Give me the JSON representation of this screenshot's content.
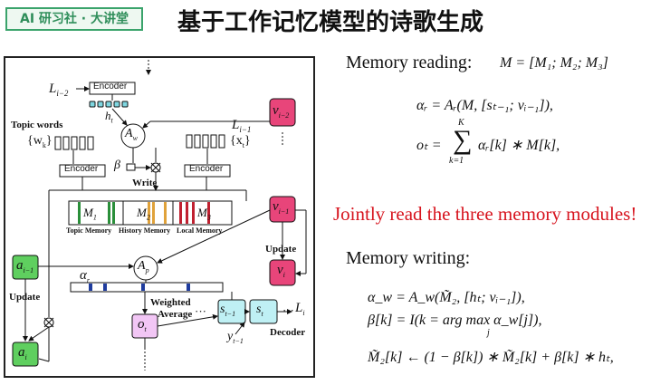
{
  "header": {
    "badge": "AI 研习社 · 大讲堂",
    "title": "基于工作记忆模型的诗歌生成"
  },
  "figure": {
    "labels": {
      "l_prev2": "L",
      "l_prev2_sub": "i−2",
      "encoder_top": "Encoder",
      "h_t": "h",
      "h_t_sub": "t",
      "topic_words": "Topic words",
      "w_k": "{w",
      "w_k_sub": "k",
      "w_k_close": "}",
      "encoder_left": "Encoder",
      "encoder_right": "Encoder",
      "l_prev1": "L",
      "l_prev1_sub": "i−1",
      "x_t": "{x",
      "x_t_sub": "t",
      "x_t_close": "}",
      "a_w": "A",
      "a_w_sub": "w",
      "beta": "β",
      "write": "Write",
      "v_prev2": "v",
      "v_prev2_sub": "i−2",
      "v_prev1": "v",
      "v_prev1_sub": "i−1",
      "v_i": "v",
      "v_i_sub": "i",
      "m1": "M",
      "m1_sub": "1",
      "m2": "M",
      "m2_sub": "2",
      "m3": "M",
      "m3_sub": "3",
      "topic_memory": "Topic Memory",
      "history_memory": "History Memory",
      "local_memory": "Local Memory",
      "update_right": "Update",
      "update_left": "Update",
      "a_prev": "a",
      "a_prev_sub": "i−1",
      "a_i": "a",
      "a_i_sub": "i",
      "a_r": "α",
      "a_r_sub": "r",
      "a_p": "A",
      "a_p_sub": "p",
      "weighted": "Weighted",
      "average": "Average",
      "o_t": "o",
      "o_t_sub": "t",
      "s_prev": "s",
      "s_prev_sub": "t−1",
      "s_t": "s",
      "s_t_sub": "t",
      "dots": "···",
      "l_i": "L",
      "l_i_sub": "i",
      "y_prev": "y",
      "y_prev_sub": "t−1",
      "decoder": "Decoder"
    }
  },
  "equations": {
    "memory_reading": "Memory reading:",
    "m_def": "M = [M₁; M₂; M₃]",
    "alpha_r": "αᵣ = Aᵣ(M, [sₜ₋₁; vᵢ₋₁]),",
    "o_t_lhs": "oₜ =",
    "o_t_sum_top": "K",
    "o_t_sum_bottom": "k=1",
    "o_t_rhs": "αᵣ[k] ∗ M[k],",
    "jointly": "Jointly read the three memory modules!",
    "memory_writing": "Memory writing:",
    "alpha_w": "α_w = A_w(M̃₂, [hₜ; vᵢ₋₁]),",
    "beta_k": "β[k] = I(k = arg max α_w[j]),",
    "beta_k_under": "j",
    "m2_update": "M̃₂[k] ← (1 − β[k]) ∗ M̃₂[k] + β[k] ∗ hₜ,"
  },
  "colors": {
    "badge_green": "#3aa36b",
    "accent_red": "#d7141e",
    "vector_pink": "#e8457a",
    "a_green": "#5fcf5f",
    "s_cyan": "#bff0f4",
    "o_violet": "#f2c6f5"
  }
}
